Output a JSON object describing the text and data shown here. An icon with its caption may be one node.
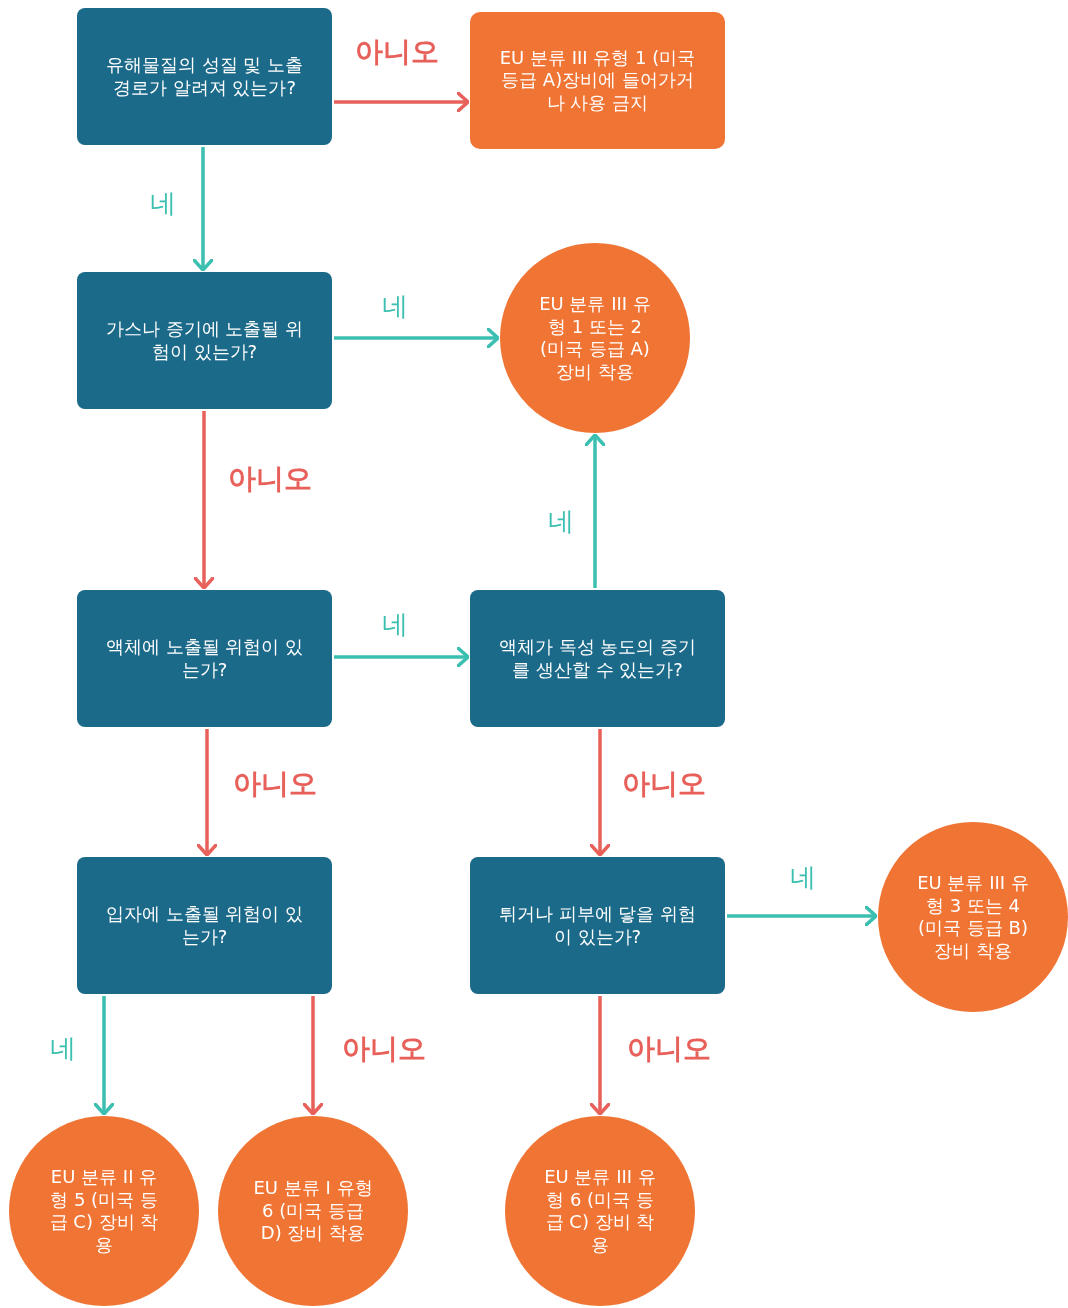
{
  "diagram": {
    "nodes": [
      {
        "text": [
          "유해물질의 성질 및 노출경로가 알려져 있는가?"
        ]
      },
      {
        "text": [
          "EU 분류 III 유형 1 (미국 등급 A)장비에 들어가거나 사용 금지"
        ]
      },
      {
        "text": [
          "가스나 증기에 노출될 위험이 있는가?"
        ]
      },
      {
        "text": [
          "EU 분류 III 유형 1 또는 2 (미국 등급 A) 장비 착용"
        ]
      },
      {
        "text": [
          "액체에 노출될 위험이 있는가?"
        ]
      },
      {
        "text": [
          "액체가 독성 농도의 증기를 생산할 수 있는가?"
        ]
      },
      {
        "text": [
          "입자에 노출될 위험이 있는가?"
        ]
      },
      {
        "text": [
          "튀거나 피부에 닿을 위험이 있는가?"
        ]
      },
      {
        "text": [
          "EU 분류 III 유형 3 또는 4 (미국 등급 B) 장비 착용"
        ]
      },
      {
        "text": [
          "EU 분류 II 유형 5 (미국 등급 C) 장비 착용"
        ]
      },
      {
        "text": [
          "EU 분류 I 유형 6 (미국 등급 D) 장비 착용"
        ]
      },
      {
        "text": [
          "EU 분류 III 유형 6 (미국 등급 C) 장비 착용"
        ]
      }
    ],
    "edges": [
      {
        "from": 0,
        "to": 1,
        "arrow": "to",
        "label": "아니오",
        "color": "#e8605a"
      },
      {
        "from": 0,
        "to": 2,
        "arrow": "to",
        "label": "네",
        "color": "#3bbfb0"
      },
      {
        "from": 2,
        "to": 3,
        "arrow": "to",
        "label": "네",
        "color": "#3bbfb0"
      },
      {
        "from": 2,
        "to": 4,
        "arrow": "to",
        "label": "아니오",
        "color": "#e8605a"
      },
      {
        "from": 4,
        "to": 5,
        "arrow": "to",
        "label": "네",
        "color": "#3bbfb0"
      },
      {
        "from": 5,
        "to": 3,
        "arrow": "to",
        "label": "네",
        "color": "#3bbfb0"
      },
      {
        "from": 4,
        "to": 6,
        "arrow": "to",
        "label": "아니오",
        "color": "#e8605a"
      },
      {
        "from": 5,
        "to": 7,
        "arrow": "to",
        "label": "아니오",
        "color": "#e8605a"
      },
      {
        "from": 7,
        "to": 8,
        "arrow": "to",
        "label": "네",
        "color": "#3bbfb0"
      },
      {
        "from": 6,
        "to": 9,
        "arrow": "to",
        "label": "네",
        "color": "#3bbfb0"
      },
      {
        "from": 6,
        "to": 10,
        "arrow": "to",
        "label": "아니오",
        "color": "#e8605a"
      },
      {
        "from": 7,
        "to": 11,
        "arrow": "to",
        "label": "아니오",
        "color": "#e8605a"
      }
    ]
  }
}
